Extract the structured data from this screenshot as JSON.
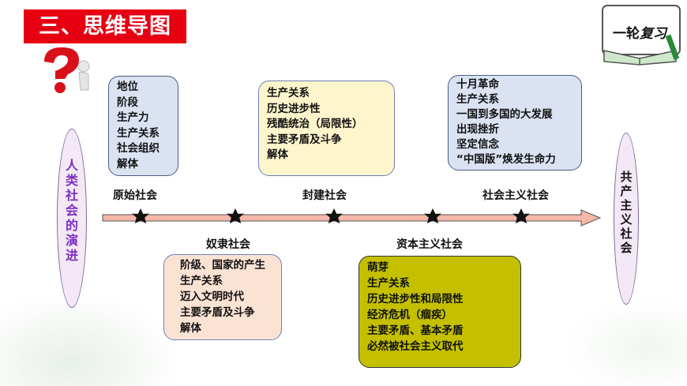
{
  "header": {
    "title": "三、思维导图"
  },
  "badge": {
    "prefix": "一轮",
    "emph": "复习"
  },
  "left_ellipse": {
    "chars": [
      "人",
      "类",
      "社",
      "会",
      "的",
      "演",
      "进"
    ]
  },
  "right_ellipse": {
    "chars": [
      "共",
      "产",
      "主",
      "义",
      "社",
      "会"
    ]
  },
  "stages": {
    "primitive": "原始社会",
    "slave": "奴隶社会",
    "feudal": "封建社会",
    "capitalist": "资本主义社会",
    "socialist": "社会主义社会"
  },
  "boxes": {
    "primitive": [
      "地位",
      "阶段",
      "生产力",
      "生产关系",
      "社会组织",
      "解体"
    ],
    "slave": [
      "阶级、国家的产生",
      "生产关系",
      "迈入文明时代",
      "主要矛盾及斗争",
      "解体"
    ],
    "feudal": [
      "生产关系",
      "历史进步性",
      "残酷统治（局限性）",
      "主要矛盾及斗争",
      "解体"
    ],
    "capitalist": [
      "萌芽",
      "生产关系",
      "历史进步性和局限性",
      "经济危机（痼疾）",
      "主要矛盾、基本矛盾",
      "必然被社会主义取代"
    ],
    "socialist": [
      "十月革命",
      "生产关系",
      "一国到多国的大发展",
      "出现挫折",
      "坚定信念",
      "“中国版”焕发生命力"
    ]
  },
  "colors": {
    "banner": "#e60012",
    "left_text": "#7b2fbf",
    "right_text": "#111111",
    "timeline": "#f4b7a8"
  }
}
